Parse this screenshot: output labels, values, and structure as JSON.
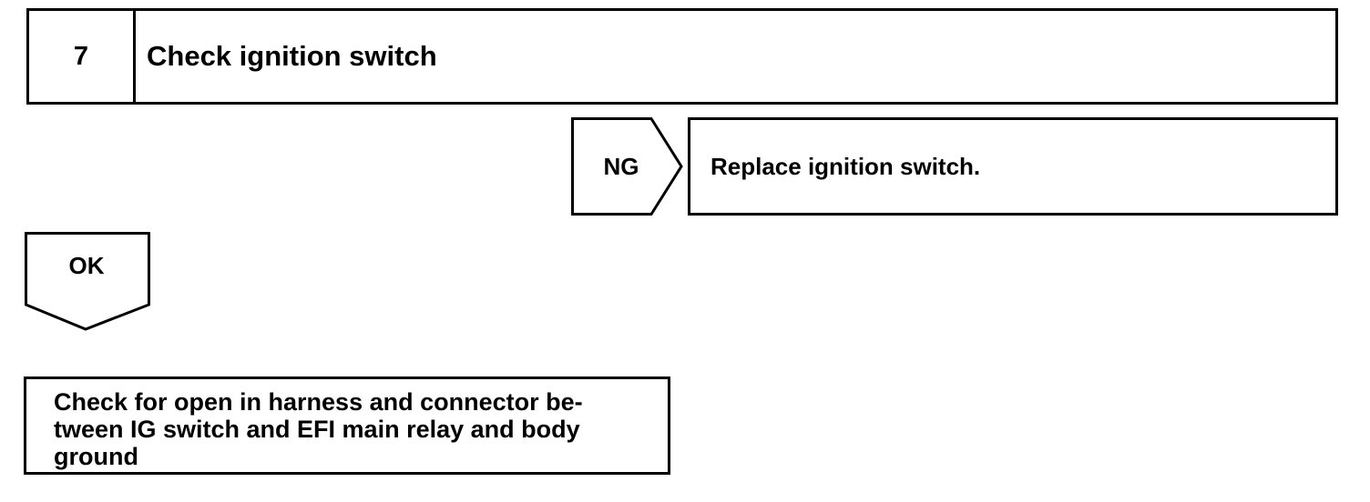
{
  "step": {
    "number": "7",
    "title": "Check ignition switch"
  },
  "ng_branch": {
    "label": "NG",
    "action": "Replace ignition switch."
  },
  "ok_branch": {
    "label": "OK",
    "action": "Check for open in harness and connector be-tween IG switch and EFI main relay and body ground",
    "action_lines": [
      "Check for open in harness and connector be-",
      "tween IG switch and EFI main relay and body",
      "ground"
    ]
  }
}
